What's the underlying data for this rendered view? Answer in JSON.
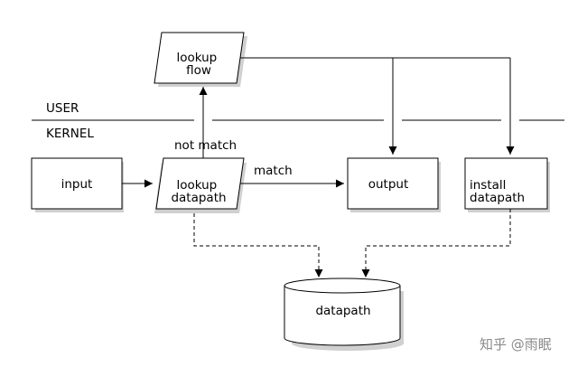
{
  "layers": {
    "user": "USER",
    "kernel": "KERNEL"
  },
  "nodes": {
    "input": "input",
    "lookup_datapath": [
      "lookup",
      "datapath"
    ],
    "lookup_flow": [
      "lookup",
      "flow"
    ],
    "output": "output",
    "install_datapath": [
      "install",
      "datapath"
    ],
    "datapath_store": "datapath"
  },
  "edges": {
    "not_match": "not match",
    "match": "match"
  },
  "watermark": "知乎 @雨眠",
  "colors": {
    "stroke": "#000000",
    "shadow": "#d0d0d0",
    "background": "#ffffff",
    "watermark": "#8a8a8a"
  }
}
